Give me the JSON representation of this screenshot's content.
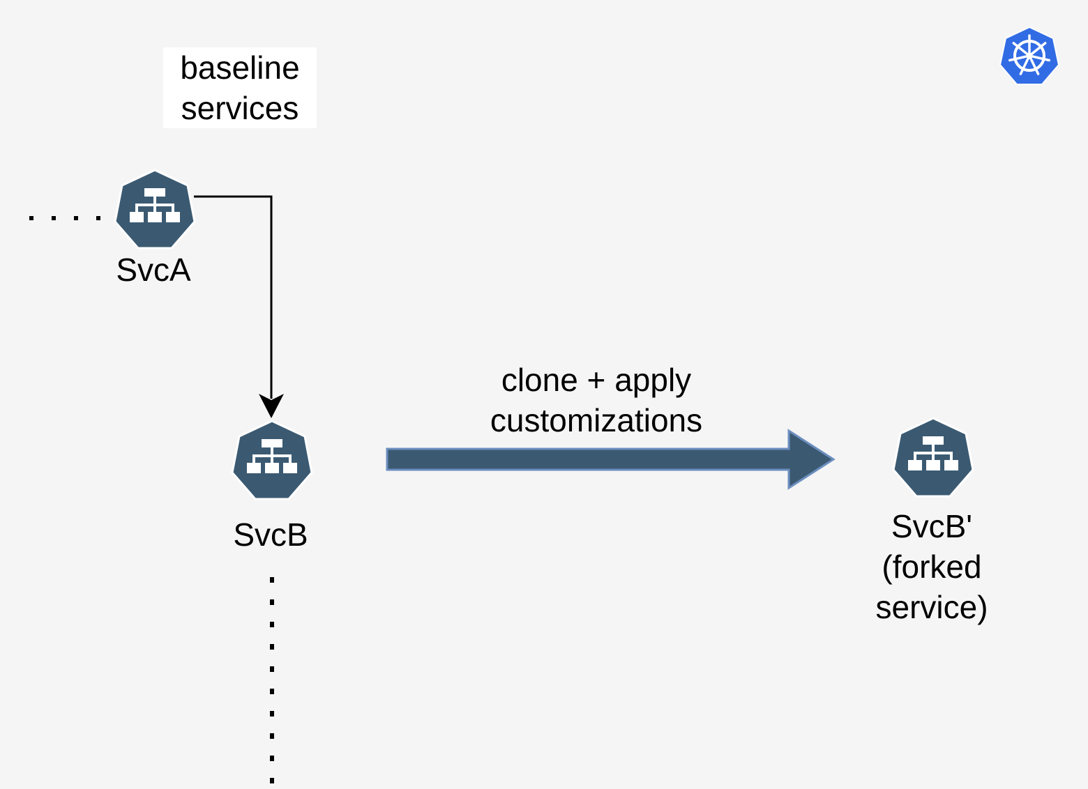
{
  "title": {
    "line1": "baseline",
    "line2": "services"
  },
  "nodes": {
    "svc_a": {
      "label": "SvcA",
      "icon": "k8s-service-icon"
    },
    "svc_b": {
      "label": "SvcB",
      "icon": "k8s-service-icon"
    },
    "svc_b_fork": {
      "line1": "SvcB'",
      "line2": "(forked",
      "line3": "service)",
      "icon": "k8s-service-icon"
    }
  },
  "edges": {
    "clone": {
      "line1": "clone + apply",
      "line2": "customizations"
    }
  },
  "logo": {
    "icon": "kubernetes-logo-icon"
  },
  "colors": {
    "background": "#f5f5f5",
    "service_node": "#3b5a72",
    "clone_arrow_fill": "#3b5a72",
    "clone_arrow_stroke": "#6c8ebf",
    "kubernetes_blue": "#326ce5"
  }
}
